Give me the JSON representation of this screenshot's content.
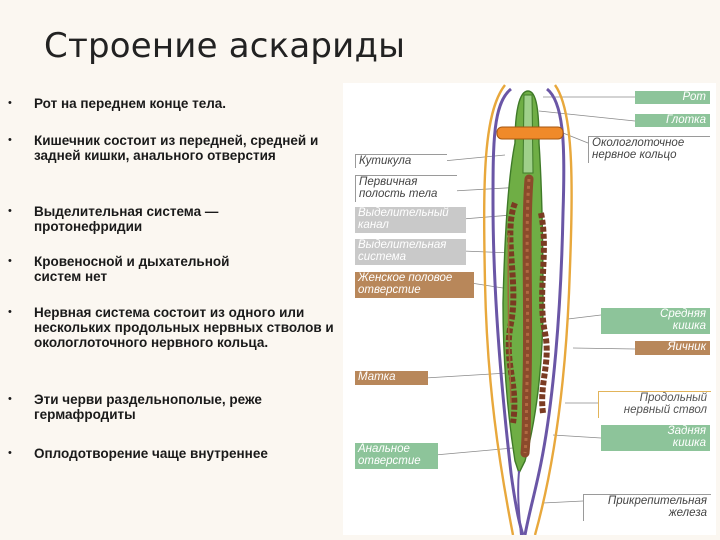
{
  "slide": {
    "title": "Строение аскариды",
    "bullet_symbol": "•",
    "bullets": [
      "Рот на переднем конце тела.",
      "Кишечник состоит из передней, средней и задней кишки, анального отверстия",
      "Выделительная система — протонефридии",
      "Кровеносной и дыхательной систем нет",
      "Нервная система состоит из одного или нескольких продольных нервных стволов и окологлоточного нервного кольца.",
      "Эти черви раздельнополые, реже гермафродиты",
      "Оплодотворение чаще внутреннее"
    ]
  },
  "figure": {
    "labels": {
      "rot": "Рот",
      "glotka": "Глотка",
      "nerve_ring": "Окологлоточное\nнервное кольцо",
      "kutikula": "Кутикула",
      "body_cavity": "Первичная\nполость тела",
      "excretory_canal": "Выделительный\nканал",
      "excretory_system": "Выделительная\nсистема",
      "female_pore": "Женское половое\nотверстие",
      "midgut": "Средняя\nкишка",
      "ovary": "Яичник",
      "uterus": "Матка",
      "nerve_cord": "Продольный\nнервный ствол",
      "hindgut": "Задняя\nкишка",
      "anus": "Анальное\nотверстие",
      "attach_gland": "Прикрепительная\nжелеза"
    },
    "colors": {
      "body_green": "#6fae45",
      "cuticle_purple": "#6a56a6",
      "nerve_yellow": "#e8a83c",
      "gut_brown": "#8b4a2b",
      "ring_orange": "#f08a2a"
    }
  }
}
